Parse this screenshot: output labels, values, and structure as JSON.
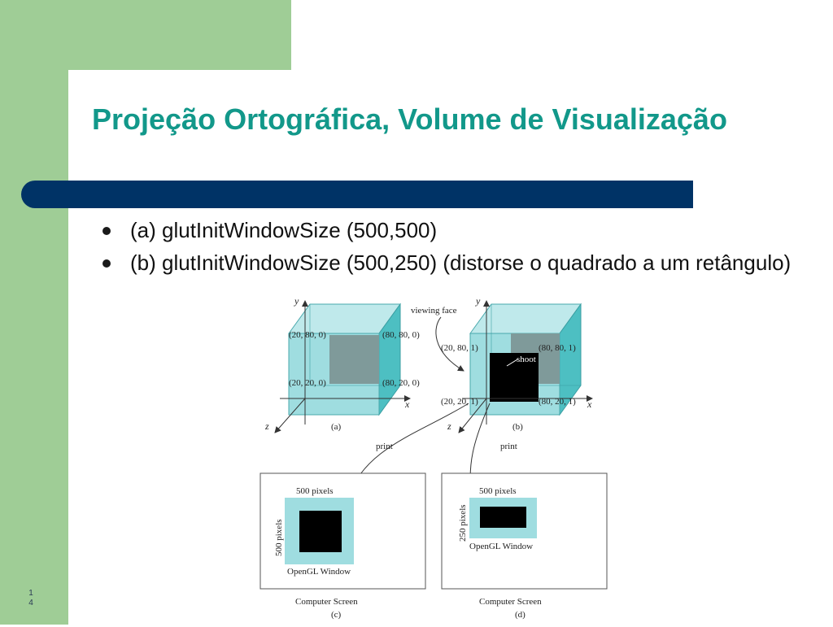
{
  "slide": {
    "title": "Projeção Ortográfica, Volume de Visualização",
    "bullets": [
      "(a) glutInitWindowSize (500,500)",
      "(b) glutInitWindowSize (500,250) (distorse o quadrado a um retângulo)"
    ],
    "page_number": [
      "1",
      "4"
    ]
  },
  "colors": {
    "accent_green": "#9fcd96",
    "title_teal": "#12988a",
    "bar_navy": "#003366",
    "cube_face": "#9fdde0",
    "cube_side": "#4dbfc2",
    "square_gray": "#7f9a9a"
  },
  "figure": {
    "axis_y": "y",
    "axis_x": "x",
    "axis_z": "z",
    "cube_a": {
      "top_left": "(20, 80, 0)",
      "top_right": "(80, 80, 0)",
      "bottom_left": "(20, 20, 0)",
      "bottom_right": "(80, 20, 0)",
      "caption": "(a)"
    },
    "cube_b": {
      "viewing_face": "viewing face",
      "top_left": "(20, 80, 1)",
      "top_right": "(80, 80, 1)",
      "bottom_left": "(20, 20, 1)",
      "bottom_right": "(80, 20, 1)",
      "shoot": "shoot",
      "caption": "(b)"
    },
    "print_left": "print",
    "print_right": "print",
    "screen_c": {
      "width_label": "500 pixels",
      "height_label": "500 pixels",
      "window_label": "OpenGL Window",
      "screen_label": "Computer Screen",
      "caption": "(c)"
    },
    "screen_d": {
      "width_label": "500 pixels",
      "height_label": "250 pixels",
      "window_label": "OpenGL Window",
      "screen_label": "Computer Screen",
      "caption": "(d)"
    }
  }
}
